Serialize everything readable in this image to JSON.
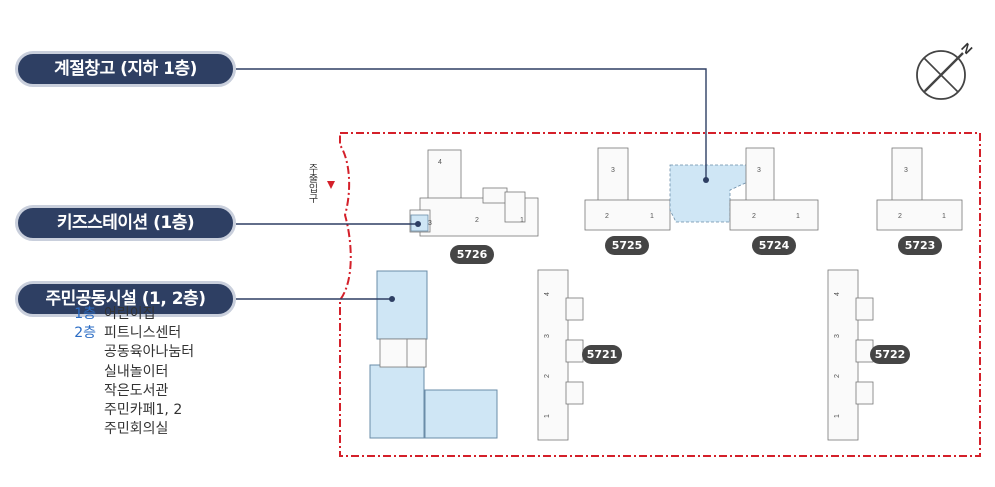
{
  "callouts": {
    "storage": "계절창고 (지하 1층)",
    "kids": "키즈스테이션 (1층)",
    "community": "주민공동시설 (1, 2층)"
  },
  "legend": [
    {
      "floor": "1층",
      "item": "어린이집"
    },
    {
      "floor": "2층",
      "item": "피트니스센터"
    },
    {
      "floor": "",
      "item": "공동육아나눔터"
    },
    {
      "floor": "",
      "item": "실내놀이터"
    },
    {
      "floor": "",
      "item": "작은도서관"
    },
    {
      "floor": "",
      "item": "주민카페1, 2"
    },
    {
      "floor": "",
      "item": "주민회의실"
    }
  ],
  "road_label": "주출입구",
  "compass": {
    "north_label": "N",
    "icon": "north-arrow-icon"
  },
  "buildings": [
    {
      "id": "5726",
      "wing_numbers": [
        "4",
        "3",
        "2",
        "1"
      ]
    },
    {
      "id": "5725",
      "wing_numbers": [
        "3",
        "2",
        "1"
      ]
    },
    {
      "id": "5724",
      "wing_numbers": [
        "3",
        "2",
        "1"
      ]
    },
    {
      "id": "5723",
      "wing_numbers": [
        "3",
        "2",
        "1"
      ]
    },
    {
      "id": "5721",
      "wing_numbers": [
        "4",
        "3",
        "2",
        "1"
      ]
    },
    {
      "id": "5722",
      "wing_numbers": [
        "4",
        "3",
        "2",
        "1"
      ]
    }
  ],
  "colors": {
    "pill_bg": "#2e3f63",
    "highlight_fill": "#cfe6f5",
    "boundary": "#d4202a",
    "floor_text": "#2b6cc4",
    "label_bg": "#454545"
  }
}
